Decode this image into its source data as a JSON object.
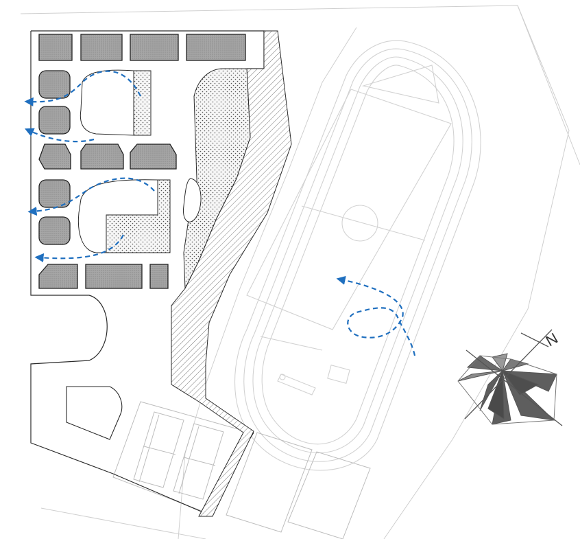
{
  "title": "",
  "compass": {
    "north_label": "N"
  },
  "colors": {
    "building_fill": "#9a9a9a",
    "outline": "#2a2a2a",
    "faint_lines": "#c8c8c8",
    "wind_arrow": "#1f6fbf",
    "wind_rose": "#5a5a5a"
  },
  "legend_patterns": [
    "hatched-strip",
    "dotted-green-area",
    "gray-building"
  ],
  "wind_paths_count": 5
}
